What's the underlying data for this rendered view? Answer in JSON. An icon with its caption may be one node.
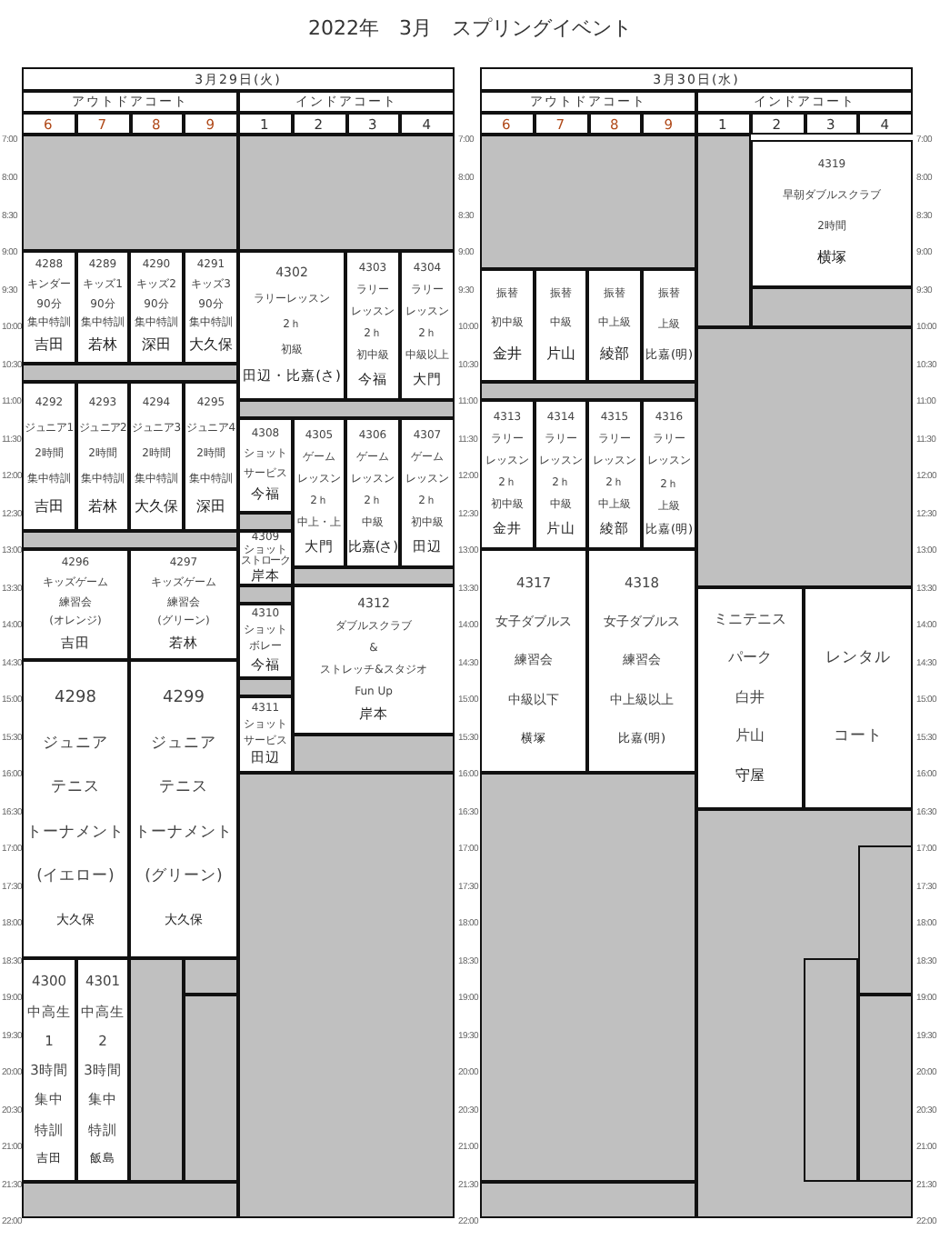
{
  "diagram": {
    "title": "2022年　3月　スプリングイベント",
    "nodes": [
      {
        "text": [
          "4288",
          "キンダー",
          "90分",
          "集中特訓",
          "吉田"
        ]
      },
      {
        "text": [
          "4289",
          "キッズ1",
          "90分",
          "集中特訓",
          "若林"
        ]
      },
      {
        "text": [
          "4290",
          "キッズ2",
          "90分",
          "集中特訓",
          "深田"
        ]
      },
      {
        "text": [
          "4291",
          "キッズ3",
          "90分",
          "集中特訓",
          "大久保"
        ]
      },
      {
        "text": [
          "4302",
          "ラリーレッスン",
          "2ｈ",
          "初級",
          "田辺・比嘉(さ)"
        ]
      },
      {
        "text": [
          "4303",
          "ラリー",
          "レッスン",
          "2ｈ",
          "初中級",
          "今福"
        ]
      },
      {
        "text": [
          "4304",
          "ラリー",
          "レッスン",
          "2ｈ",
          "中級以上",
          "大門"
        ]
      },
      {
        "text": [
          "4292",
          "ジュニア1",
          "2時間",
          "集中特訓",
          "吉田"
        ]
      },
      {
        "text": [
          "4293",
          "ジュニア2",
          "2時間",
          "集中特訓",
          "若林"
        ]
      },
      {
        "text": [
          "4294",
          "ジュニア3",
          "2時間",
          "集中特訓",
          "大久保"
        ]
      },
      {
        "text": [
          "4295",
          "ジュニア4",
          "2時間",
          "集中特訓",
          "深田"
        ]
      },
      {
        "text": [
          "4308",
          "ショット",
          "サービス",
          "今福"
        ]
      },
      {
        "text": [
          "4305",
          "ゲーム",
          "レッスン",
          "2ｈ",
          "中上・上",
          "大門"
        ]
      },
      {
        "text": [
          "4306",
          "ゲーム",
          "レッスン",
          "2ｈ",
          "中級",
          "比嘉(さ)"
        ]
      },
      {
        "text": [
          "4307",
          "ゲーム",
          "レッスン",
          "2ｈ",
          "初中級",
          "田辺"
        ]
      },
      {
        "text": [
          "4309",
          "ショット",
          "ストローク",
          "岸本"
        ]
      },
      {
        "text": [
          "4296",
          "キッズゲーム",
          "練習会",
          "(オレンジ)",
          "吉田"
        ]
      },
      {
        "text": [
          "4297",
          "キッズゲーム",
          "練習会",
          "(グリーン)",
          "若林"
        ]
      },
      {
        "text": [
          "4312",
          "ダブルスクラブ",
          "&",
          "ストレッチ&スタジオ",
          "Fun Up",
          "岸本"
        ]
      },
      {
        "text": [
          "4310",
          "ショット",
          "ボレー",
          "今福"
        ]
      },
      {
        "text": [
          "4298",
          "ジュニア",
          "テニス",
          "トーナメント",
          "(イエロー)",
          "大久保"
        ]
      },
      {
        "text": [
          "4299",
          "ジュニア",
          "テニス",
          "トーナメント",
          "(グリーン)",
          "大久保"
        ]
      },
      {
        "text": [
          "4311",
          "ショット",
          "サービス",
          "田辺"
        ]
      },
      {
        "text": [
          "4300",
          "中高生",
          "1",
          "3時間",
          "集中",
          "特訓",
          "吉田"
        ]
      },
      {
        "text": [
          "4301",
          "中高生",
          "2",
          "3時間",
          "集中",
          "特訓",
          "飯島"
        ]
      },
      {
        "text": [
          "4319",
          "早朝ダブルスクラブ",
          "2時間",
          "横塚"
        ]
      },
      {
        "text": [
          "振替",
          "初中級",
          "金井"
        ]
      },
      {
        "text": [
          "振替",
          "中級",
          "片山"
        ]
      },
      {
        "text": [
          "振替",
          "中上級",
          "綾部"
        ]
      },
      {
        "text": [
          "振替",
          "上級",
          "比嘉(明)"
        ]
      },
      {
        "text": [
          "4313",
          "ラリー",
          "レッスン",
          "2ｈ",
          "初中級",
          "金井"
        ]
      },
      {
        "text": [
          "4314",
          "ラリー",
          "レッスン",
          "2ｈ",
          "中級",
          "片山"
        ]
      },
      {
        "text": [
          "4315",
          "ラリー",
          "レッスン",
          "2ｈ",
          "中上級",
          "綾部"
        ]
      },
      {
        "text": [
          "4316",
          "ラリー",
          "レッスン",
          "2ｈ",
          "上級",
          "比嘉(明)"
        ]
      },
      {
        "text": [
          "4317",
          "女子ダブルス",
          "練習会",
          "中級以下",
          "横塚"
        ]
      },
      {
        "text": [
          "4318",
          "女子ダブルス",
          "練習会",
          "中上級以上",
          "比嘉(明)"
        ]
      },
      {
        "text": [
          "ミニテニス",
          "パーク",
          "白井",
          "片山",
          "守屋"
        ]
      },
      {
        "text": [
          "レンタル",
          "コート"
        ]
      },
      {
        "text": [],
        "shape": "box"
      },
      {
        "text": [],
        "shape": "box"
      },
      {
        "text": [],
        "shape": "box"
      },
      {
        "text": [],
        "shape": "box"
      },
      {
        "text": [],
        "shape": "box"
      },
      {
        "text": [],
        "shape": "box"
      },
      {
        "text": [],
        "shape": "box"
      },
      {
        "text": [],
        "shape": "box"
      },
      {
        "text": [],
        "shape": "box"
      },
      {
        "text": [],
        "shape": "box"
      },
      {
        "text": [],
        "shape": "box"
      },
      {
        "text": [],
        "shape": "box"
      },
      {
        "text": [],
        "shape": "box"
      },
      {
        "text": [],
        "shape": "box"
      },
      {
        "text": [],
        "shape": "box"
      },
      {
        "text": [],
        "shape": "box"
      },
      {
        "text": [],
        "shape": "box"
      },
      {
        "text": [],
        "shape": "box"
      },
      {
        "text": [],
        "shape": "box"
      },
      {
        "text": [],
        "shape": "box"
      },
      {
        "text": [],
        "shape": "box"
      },
      {
        "text": [],
        "shape": "box"
      },
      {
        "text": [],
        "shape": "box"
      },
      {
        "text": [],
        "shape": "box",
        "in": 60
      },
      {
        "text": [],
        "shape": "box",
        "in": 60
      },
      {
        "text": [],
        "shape": "box",
        "in": 60
      }
    ],
    "labels": [
      "3月29日(火)",
      "アウトドアコート",
      "インドアコート",
      "6",
      "7",
      "8",
      "9",
      "1",
      "2",
      "3",
      "4",
      "3月30日(水)",
      "アウトドアコート",
      "インドアコート",
      "6",
      "7",
      "8",
      "9",
      "1",
      "2",
      "3",
      "4",
      "7:00",
      "8:00",
      "8:30",
      "9:00",
      "9:30",
      "10:00",
      "10:30",
      "11:00",
      "11:30",
      "12:00",
      "12:30",
      "13:00",
      "13:30",
      "14:00",
      "14:30",
      "15:00",
      "15:30",
      "16:00",
      "16:30",
      "17:00",
      "17:30",
      "18:00",
      "18:30",
      "19:00",
      "19:30",
      "20:00",
      "20:30",
      "21:00",
      "21:30",
      "22:00",
      "7:00",
      "8:00",
      "8:30",
      "9:00",
      "9:30",
      "10:00",
      "10:30",
      "11:00",
      "11:30",
      "12:00",
      "12:30",
      "13:00",
      "13:30",
      "14:00",
      "14:30",
      "15:00",
      "15:30",
      "16:00",
      "16:30",
      "17:00",
      "17:30",
      "18:00",
      "18:30",
      "19:00",
      "19:30",
      "20:00",
      "20:30",
      "21:00",
      "21:30",
      "22:00",
      "7:00",
      "8:00",
      "8:30",
      "9:00",
      "9:30",
      "10:00",
      "10:30",
      "11:00",
      "11:30",
      "12:00",
      "12:30",
      "13:00",
      "13:30",
      "14:00",
      "14:30",
      "15:00",
      "15:30",
      "16:00",
      "16:30",
      "17:00",
      "17:30",
      "18:00",
      "18:30",
      "19:00",
      "19:30",
      "20:00",
      "20:30",
      "21:00",
      "21:30",
      "22:00"
    ]
  }
}
